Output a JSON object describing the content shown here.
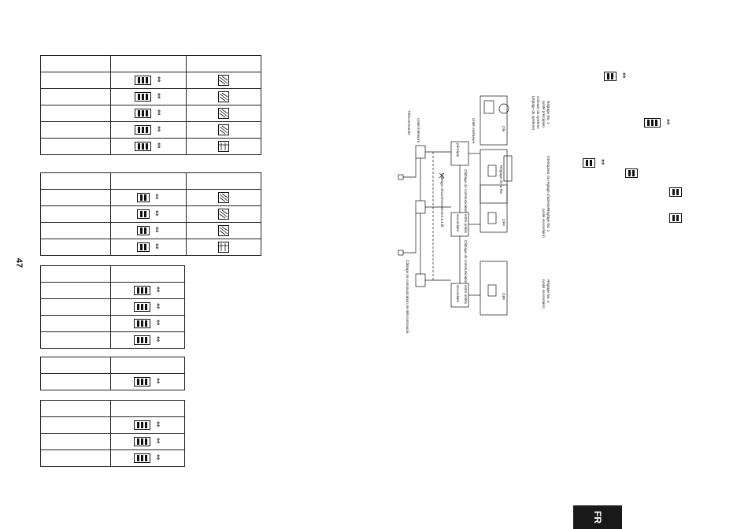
{
  "page": {
    "number": "47",
    "language_tab": "FR"
  },
  "diagram": {
    "labels": {
      "remote_label": "Télécommande",
      "indoor_unit_label": "Unité intérieure",
      "outdoor_unit_label": "Unité extérieure",
      "setting_1": "Réglage No. 1",
      "setting_1_sub": "(unité principale)",
      "setting_2": "Réglage No. 2",
      "setting_2_sub": "(unité secondaire)",
      "setting_3": "Réglage No. 3",
      "setting_3_sub": "(unité secondaire)",
      "address_system": "Adresse du système",
      "address_system_sub": "(réglage du système)",
      "address_switch_note": "Interrupteur de réglage d'adresse",
      "setting_rs": "Réglage de la RS",
      "cable_comm_unit": "Câblage de communication entre unités",
      "cable_comm_remote": "Câblage de communication de télécommande",
      "wiring_note": "Câblage décommencement à 1 fil",
      "main": "principal",
      "secondary": "secondaire",
      "on": "ON",
      "off": "OFF"
    }
  },
  "colors": {
    "ink": "#111111",
    "tab_bg": "#1a1a1a",
    "tab_text": "#ffffff"
  }
}
